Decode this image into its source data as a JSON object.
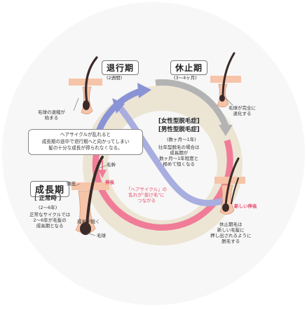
{
  "stages": {
    "growth": {
      "title": "成長期",
      "subtitle": "［ 正常時 ］",
      "duration": "(2〜6年)",
      "desc": [
        "正常なサイクルでは",
        "2〜6年が毛髪の",
        "成長期となる"
      ]
    },
    "regression": {
      "title": "退行期",
      "duration": "(2週間)"
    },
    "rest": {
      "title": "休止期",
      "duration": "(3〜4ヶ月)"
    }
  },
  "labels": {
    "bulb_decline": [
      "毛球の退縮が",
      "始まる"
    ],
    "fully_regressed": [
      "毛球が完全に",
      "退化する"
    ],
    "hair_stem": "毛幹",
    "scalp": "頭皮",
    "growth_arrow": "伸長",
    "growth_continues": "成長が続く",
    "bulb": "毛球",
    "new_growth": "新しい伸長",
    "rest_hair_note": [
      "休止期毛は",
      "新しい毛髪に",
      "押し出されるように",
      "脱毛する"
    ]
  },
  "female_male": {
    "title1": "[女性型脱毛症]",
    "title2": "[男性型脱毛症]",
    "duration": "(数ヶ月〜1年)",
    "desc": [
      "壮年型脱毛の場合は",
      "成長期が",
      "数ヶ月〜1年程度と",
      "極めて短くなる"
    ]
  },
  "callout": [
    "ヘアサイクルが乱れると",
    "成長期の途中で退行期へと向かってしまい",
    "髪の十分な成長が得られなくなる。"
  ],
  "disorder": [
    "「ヘアサイクル」の",
    "乱れが\"抜け毛\"に",
    "つながる"
  ],
  "colors": {
    "bg_disc": "#f7f7f7",
    "ring": "#ece5d3",
    "pink": "#f07c98",
    "blue": "#8a93d6",
    "gray": "#b3b3b3",
    "hair": "#3a2a28",
    "skin": "#f6c4a8",
    "label_pink": "#e64a6b"
  }
}
